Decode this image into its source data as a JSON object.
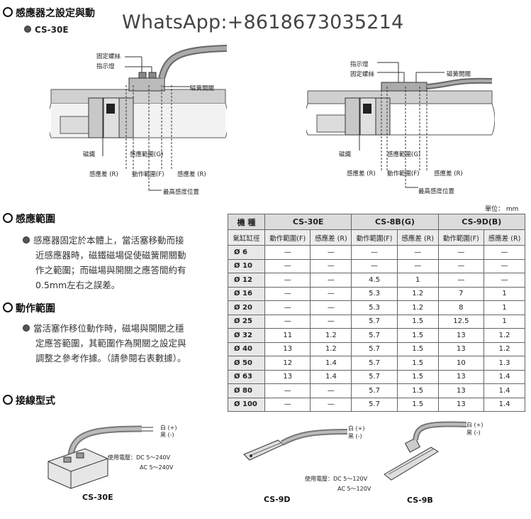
{
  "header": {
    "title": "感應器之設定與動",
    "subtitle": "CS-30E",
    "watermark": "WhatsApp:+8618673035214"
  },
  "diagram_left": {
    "labels": {
      "screw": "固定螺絲",
      "led": "指示燈",
      "reed": "磁簧開關",
      "magnet": "磁鐵",
      "range_g": "感應範圍(G)",
      "diff_r_left": "感應差 (R)",
      "op_range": "動作範圍(F)",
      "diff_r_right": "感應差 (R)",
      "best": "最高感度位置"
    }
  },
  "diagram_right": {
    "labels": {
      "led": "指示燈",
      "screw": "固定螺絲",
      "reed": "磁簧開關",
      "magnet": "磁鐵",
      "range_g": "感應範圍(G)",
      "diff_r_left": "感應差 (R)",
      "op_range": "動作範圍(F)",
      "diff_r_right": "感應差 (R)",
      "best": "最高感度位置"
    }
  },
  "sections": {
    "sensing": {
      "title": "感應範圍",
      "lines": [
        "感應器固定於本體上，當活塞移動而接",
        "近感應器時，磁鐵磁場促使磁簧開關動",
        "作之範圍；而磁場與開關之應答間約有",
        "0.5mm左右之誤差。"
      ]
    },
    "operation": {
      "title": "動作範圍",
      "lines": [
        "當活塞作移位動作時，磁場與開關之穩",
        "定應答範圍，其範圍作為開關之設定與",
        "調整之參考作據。（請參閱右表數據）。"
      ]
    },
    "wiring": {
      "title": "接線型式"
    }
  },
  "table": {
    "unit": "單位： mm",
    "header_model": "機 種",
    "models": [
      "CS-30E",
      "CS-8B(G)",
      "CS-9D(B)"
    ],
    "header_bore": "氣缸缸徑",
    "subheaders": [
      "動作範圍(F)",
      "感應差 (R)",
      "動作範圍(F)",
      "感應差 (R)",
      "動作範圍(F)",
      "感應差 (R)"
    ],
    "rows": [
      [
        "Ø 6",
        "—",
        "—",
        "—",
        "—",
        "—",
        "—"
      ],
      [
        "Ø 10",
        "—",
        "—",
        "—",
        "—",
        "—",
        "—"
      ],
      [
        "Ø 12",
        "—",
        "—",
        "4.5",
        "1",
        "—",
        "—"
      ],
      [
        "Ø 16",
        "—",
        "—",
        "5.3",
        "1.2",
        "7",
        "1"
      ],
      [
        "Ø 20",
        "—",
        "—",
        "5.3",
        "1.2",
        "8",
        "1"
      ],
      [
        "Ø 25",
        "—",
        "—",
        "5.7",
        "1.5",
        "12.5",
        "1"
      ],
      [
        "Ø 32",
        "11",
        "1.2",
        "5.7",
        "1.5",
        "13",
        "1.2"
      ],
      [
        "Ø 40",
        "13",
        "1.2",
        "5.7",
        "1.5",
        "13",
        "1.2"
      ],
      [
        "Ø 50",
        "12",
        "1.4",
        "5.7",
        "1.5",
        "10",
        "1.3"
      ],
      [
        "Ø 63",
        "13",
        "1.4",
        "5.7",
        "1.5",
        "13",
        "1.4"
      ],
      [
        "Ø 80",
        "—",
        "—",
        "5.7",
        "1.5",
        "13",
        "1.4"
      ],
      [
        "Ø 100",
        "—",
        "—",
        "5.7",
        "1.5",
        "13",
        "1.4"
      ]
    ]
  },
  "wiring": {
    "cs30e": {
      "caption": "CS-30E",
      "white": "白 (+)",
      "black": "黑 (-)",
      "voltage_label": "使用電壓：DC 5～240V",
      "voltage_ac": "AC 5～240V"
    },
    "cs9d": {
      "caption": "CS-9D",
      "white": "白 (+)",
      "black": "黑 (-)",
      "voltage_label": "使用電壓：DC 5～120V",
      "voltage_ac": "AC 5～120V"
    },
    "cs9b": {
      "caption": "CS-9B",
      "white": "白 (+)",
      "black": "黑 (-)"
    }
  }
}
